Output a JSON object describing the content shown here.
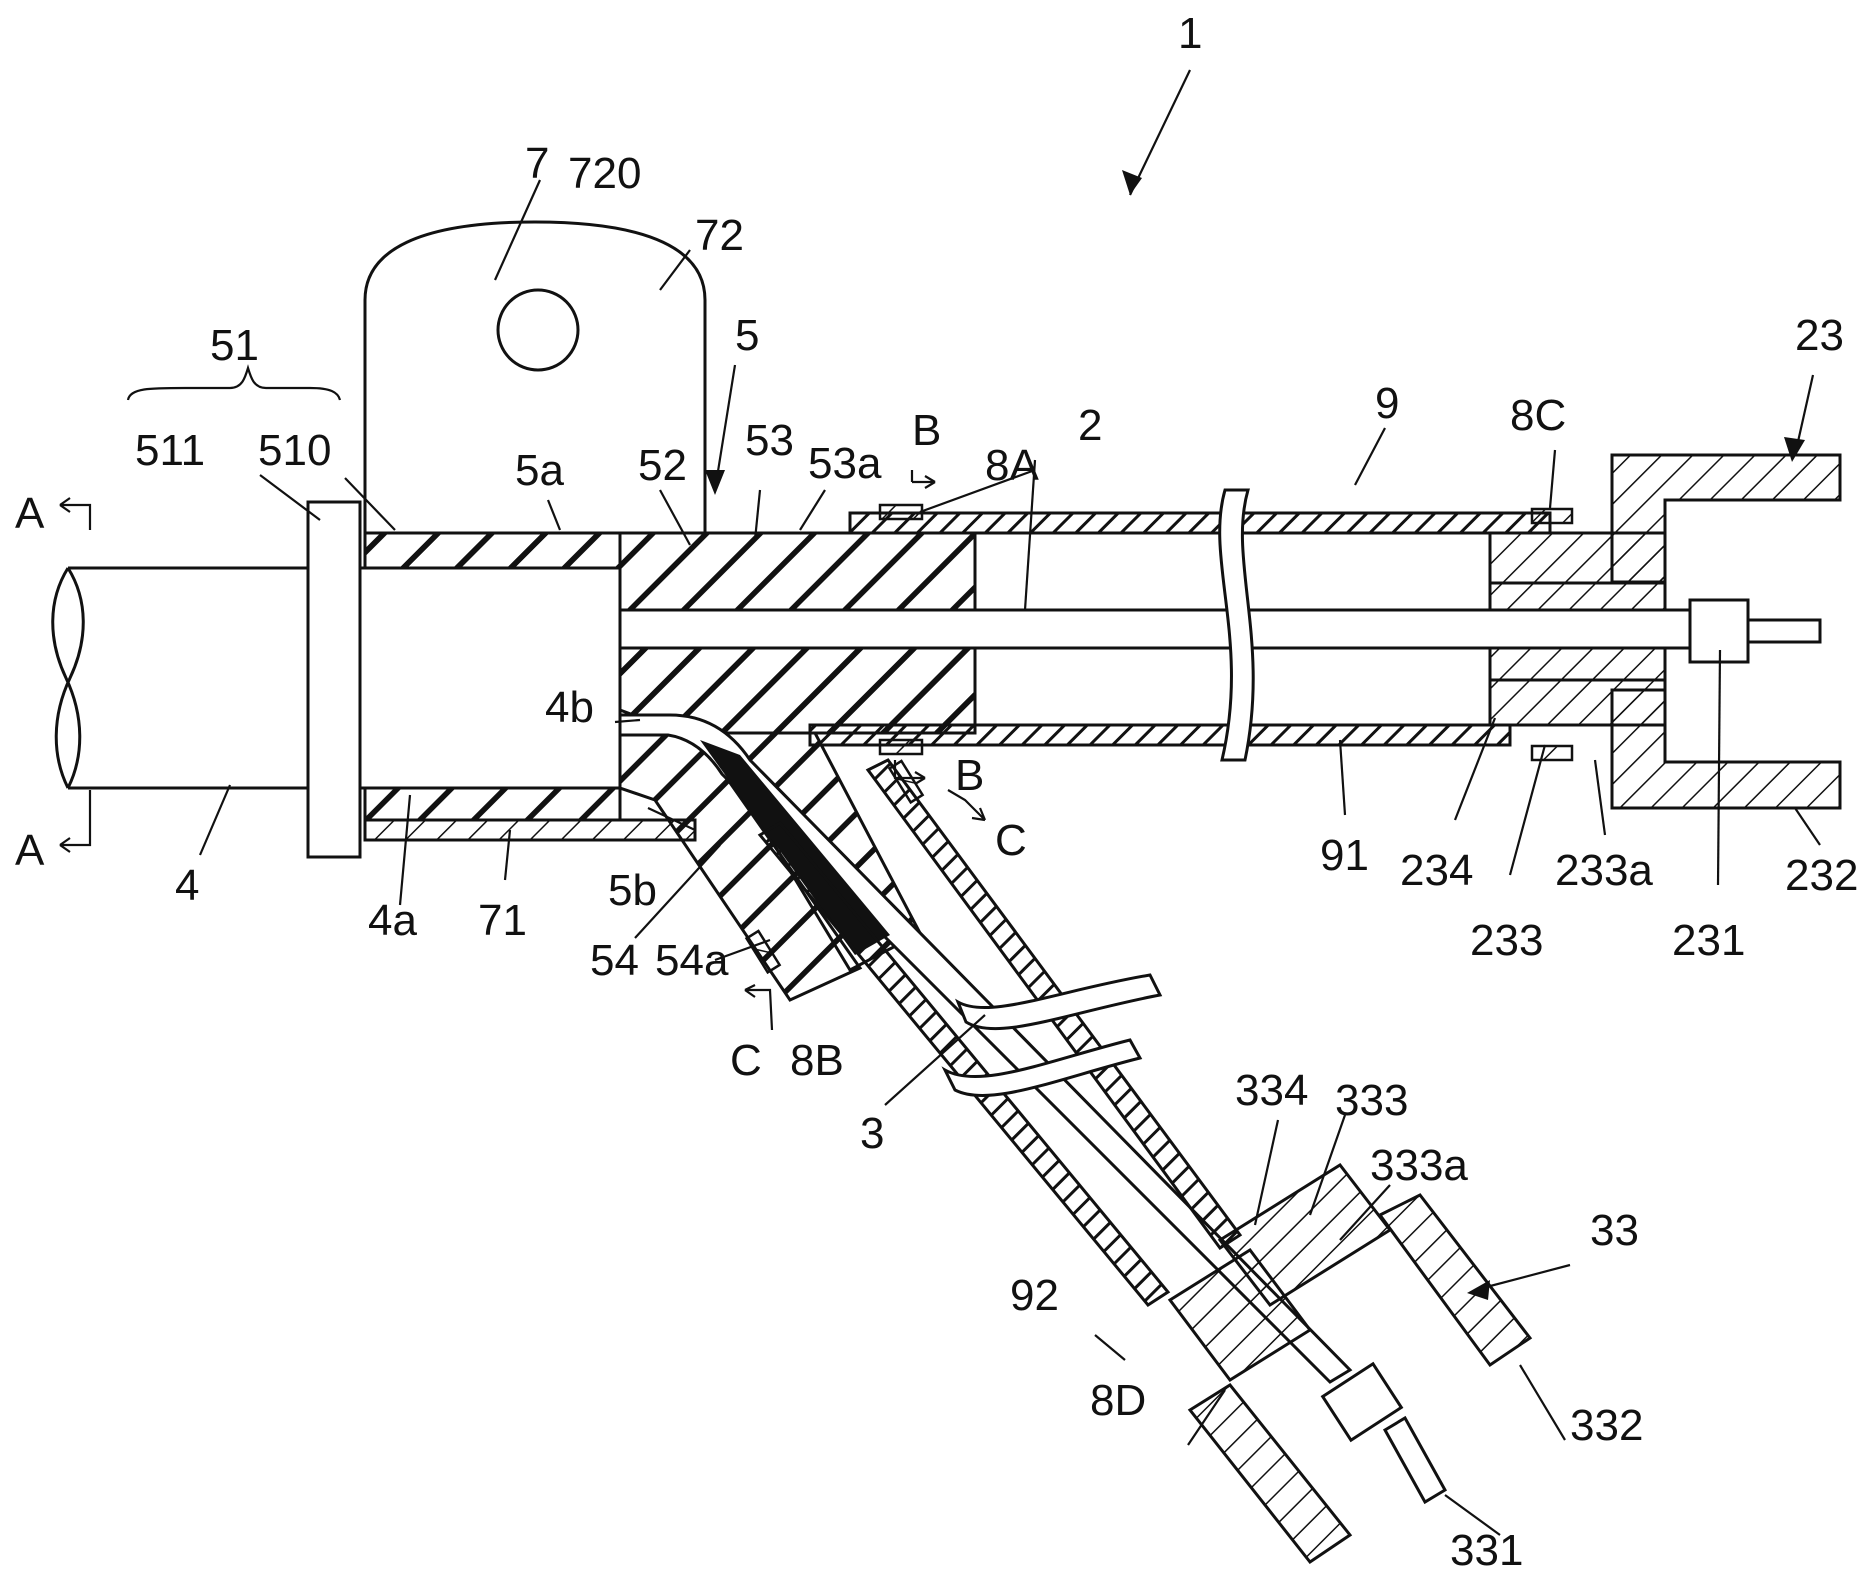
{
  "colors": {
    "ink": "#111111",
    "background": "#ffffff"
  },
  "labels": {
    "l1": "1",
    "l7": "7",
    "l720": "720",
    "l72": "72",
    "l51": "51",
    "l5": "5",
    "l23": "23",
    "l511": "511",
    "l510": "510",
    "l5a": "5a",
    "l52": "52",
    "l53": "53",
    "l53a": "53a",
    "lB_top": "B",
    "l8A": "8A",
    "l2": "2",
    "l9": "9",
    "l8C": "8C",
    "lA_top": "A",
    "lA_bot": "A",
    "l4b": "4b",
    "lB_bot": "B",
    "lC_top": "C",
    "l4": "4",
    "l4a": "4a",
    "l71": "71",
    "l5b": "5b",
    "l54": "54",
    "l54a": "54a",
    "lC_bot": "C",
    "l8B": "8B",
    "l3": "3",
    "l91": "91",
    "l234": "234",
    "l233a": "233a",
    "l232": "232",
    "l233": "233",
    "l231": "231",
    "l334": "334",
    "l333": "333",
    "l333a": "333a",
    "l33": "33",
    "l92": "92",
    "l8D": "8D",
    "l332": "332",
    "l331": "331"
  }
}
